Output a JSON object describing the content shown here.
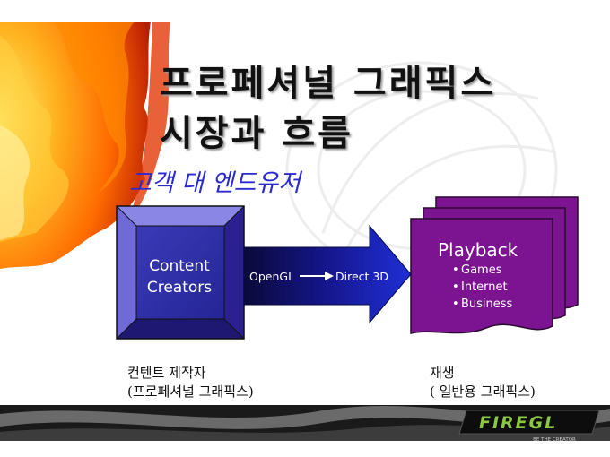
{
  "slide": {
    "title_line1": "프로페셔널 그래픽스",
    "title_line2": "시장과 흐름",
    "subtitle": "고객 대 엔드유저",
    "content_box": {
      "line1": "Content",
      "line2": "Creators"
    },
    "arrow": {
      "left_label": "OpenGL",
      "right_label": "Direct 3D"
    },
    "playback": {
      "title": "Playback",
      "items": [
        "Games",
        "Internet",
        "Business"
      ],
      "bullet": "•"
    },
    "caption_left": {
      "line1": "컨텐트 제작자",
      "line2": "(프로페셔널 그래픽스)"
    },
    "caption_right": {
      "line1": "재생",
      "line2": "( 일반용 그래픽스)"
    },
    "logo": {
      "text": "FIREGL",
      "tagline": "BE THE CREATOR"
    },
    "colors": {
      "title_text": "#111111",
      "subtitle_text": "#2a2ad0",
      "content_box": "#4a3fc8",
      "playback_box": "#7c1491",
      "logo_text": "#8dc63f"
    }
  }
}
